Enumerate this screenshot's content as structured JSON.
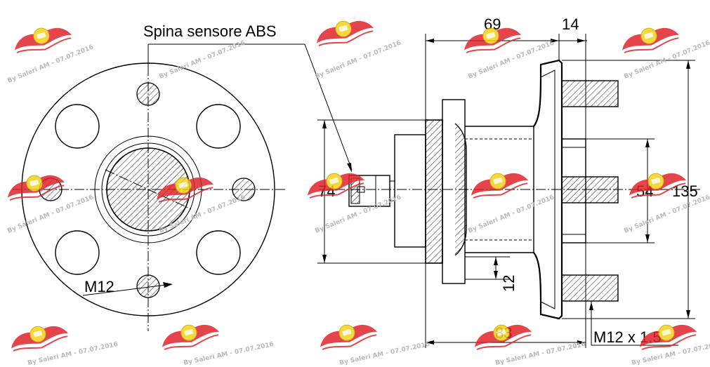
{
  "labels": {
    "abs_pin": "Spina sensore ABS",
    "bolt_thread": "M12",
    "dim_69": "69",
    "dim_14": "14",
    "dim_74": "74",
    "dim_54": "54",
    "dim_135": "135",
    "dim_12": "12",
    "dim_83": "83",
    "stud_thread": "M12 x 1.5"
  },
  "watermark": {
    "text": "By Saleri AM - 07.07.2016",
    "logo_colors": {
      "wing": "#e0242a",
      "badge": "#f2d21b"
    }
  }
}
